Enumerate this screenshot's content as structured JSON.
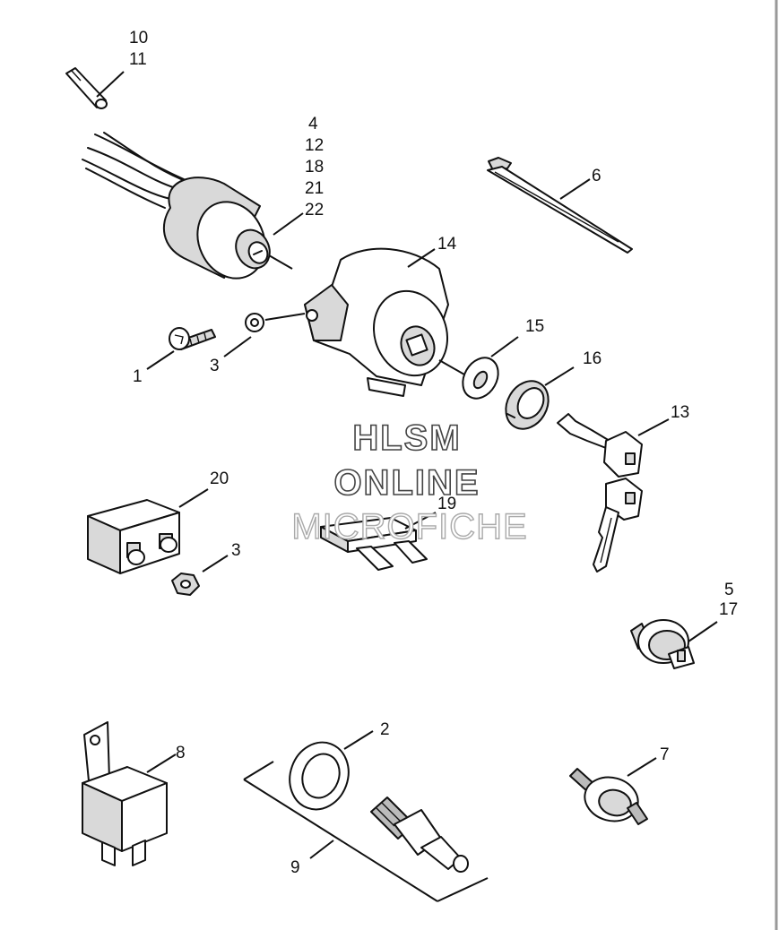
{
  "callouts": {
    "c10": "10",
    "c11": "11",
    "c4": "4",
    "c12": "12",
    "c18": "18",
    "c21": "21",
    "c22": "22",
    "c6": "6",
    "c14": "14",
    "c15": "15",
    "c16": "16",
    "c13": "13",
    "c1": "1",
    "c3a": "3",
    "c20": "20",
    "c19": "19",
    "c3b": "3",
    "c5": "5",
    "c17": "17",
    "c2": "2",
    "c8": "8",
    "c7": "7",
    "c9": "9"
  },
  "watermark": {
    "line1": "HLSM",
    "line2": "ONLINE",
    "line3": "MICROFICHE"
  }
}
